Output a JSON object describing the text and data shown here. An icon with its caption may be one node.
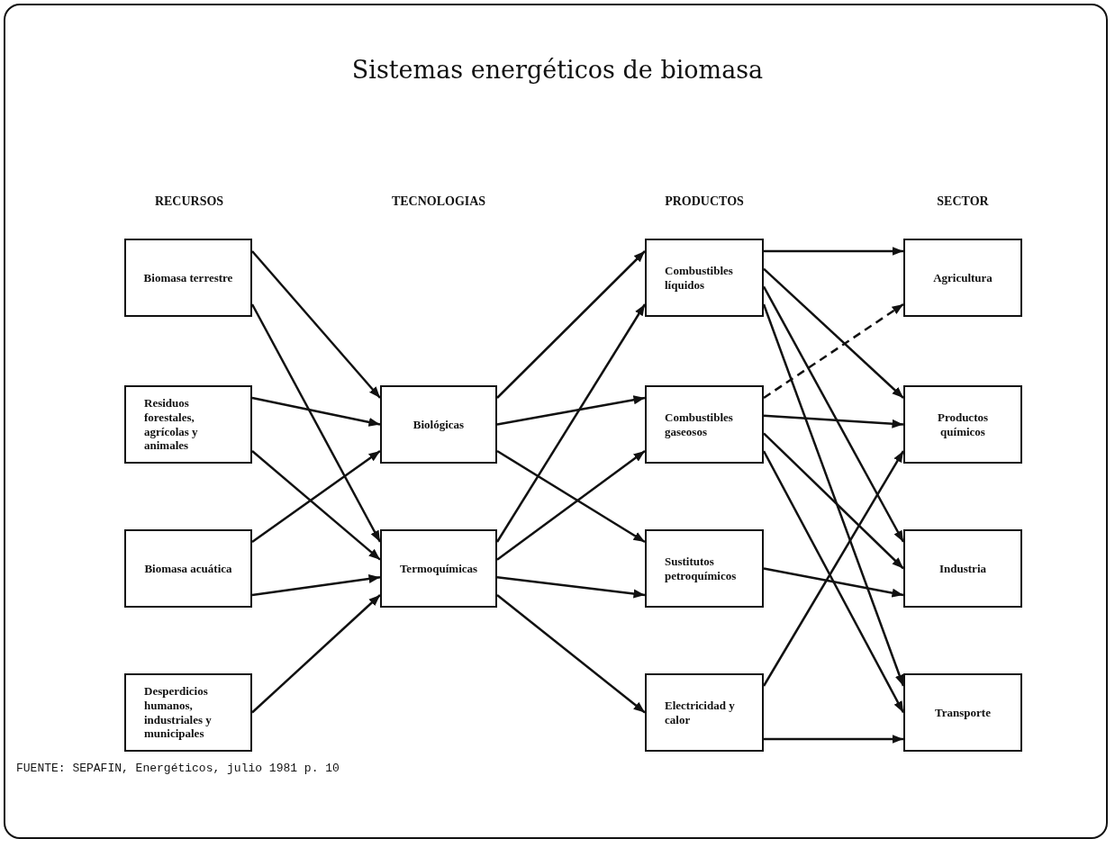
{
  "diagram": {
    "title": "Sistemas energéticos de biomasa",
    "nodes": [
      {
        "text": [
          "Biomasa terrestre"
        ]
      },
      {
        "text": [
          "Residuos forestales, agrícolas y animales"
        ]
      },
      {
        "text": [
          "Biomasa acuática"
        ]
      },
      {
        "text": [
          "Desperdicios humanos, industriales y municipales"
        ]
      },
      {
        "text": [
          "Biológicas"
        ]
      },
      {
        "text": [
          "Termoquímicas"
        ]
      },
      {
        "text": [
          "Combustibles líquidos"
        ]
      },
      {
        "text": [
          "Combustibles gaseosos"
        ]
      },
      {
        "text": [
          "Sustitutos petroquímicos"
        ]
      },
      {
        "text": [
          "Electricidad y calor"
        ]
      },
      {
        "text": [
          "Agricultura"
        ]
      },
      {
        "text": [
          "Productos químicos"
        ]
      },
      {
        "text": [
          "Industria"
        ]
      },
      {
        "text": [
          "Transporte"
        ]
      }
    ],
    "edges": [
      {
        "from": 0,
        "to": 4,
        "arrow": "to"
      },
      {
        "from": 0,
        "to": 5,
        "arrow": "to"
      },
      {
        "from": 1,
        "to": 4,
        "arrow": "to"
      },
      {
        "from": 1,
        "to": 5,
        "arrow": "to"
      },
      {
        "from": 2,
        "to": 4,
        "arrow": "to"
      },
      {
        "from": 2,
        "to": 5,
        "arrow": "to"
      },
      {
        "from": 3,
        "to": 5,
        "arrow": "to"
      },
      {
        "from": 4,
        "to": 6,
        "arrow": "to"
      },
      {
        "from": 4,
        "to": 7,
        "arrow": "to"
      },
      {
        "from": 4,
        "to": 8,
        "arrow": "to"
      },
      {
        "from": 5,
        "to": 6,
        "arrow": "to"
      },
      {
        "from": 5,
        "to": 7,
        "arrow": "to"
      },
      {
        "from": 5,
        "to": 8,
        "arrow": "to"
      },
      {
        "from": 5,
        "to": 9,
        "arrow": "to"
      },
      {
        "from": 6,
        "to": 10,
        "arrow": "to"
      },
      {
        "from": 6,
        "to": 11,
        "arrow": "to"
      },
      {
        "from": 6,
        "to": 12,
        "arrow": "to"
      },
      {
        "from": 6,
        "to": 13,
        "arrow": "to"
      },
      {
        "from": 7,
        "to": 10,
        "arrow": "to",
        "style": "dashed"
      },
      {
        "from": 7,
        "to": 11,
        "arrow": "to"
      },
      {
        "from": 7,
        "to": 12,
        "arrow": "to"
      },
      {
        "from": 7,
        "to": 13,
        "arrow": "to"
      },
      {
        "from": 8,
        "to": 12,
        "arrow": "to"
      },
      {
        "from": 9,
        "to": 11,
        "arrow": "to"
      },
      {
        "from": 9,
        "to": 13,
        "arrow": "to"
      }
    ],
    "labels": [
      "RECURSOS",
      "TECNOLOGIAS",
      "PRODUCTOS",
      "SECTOR",
      "FUENTE: SEPAFIN, Energéticos, julio 1981 p. 10"
    ]
  }
}
